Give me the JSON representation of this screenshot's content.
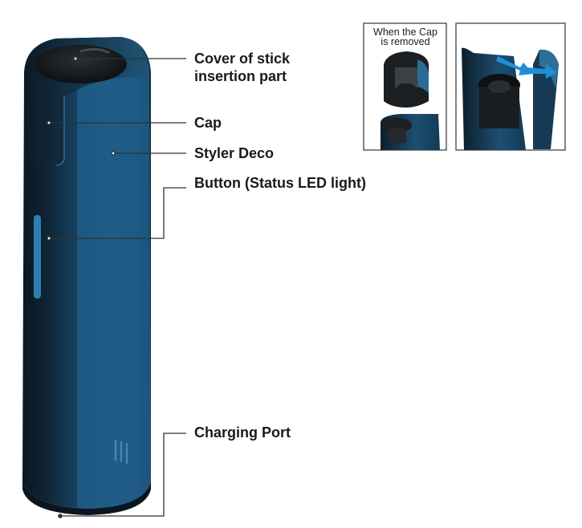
{
  "labels": {
    "cover": "Cover of stick\ninsertion part",
    "cap": "Cap",
    "styler_deco": "Styler Deco",
    "button": "Button (Status LED light)",
    "charging_port": "Charging Port"
  },
  "inset": {
    "caption": "When the Cap\nis removed"
  },
  "colors": {
    "device_dark": "#0c1d2b",
    "device_blue": "#1f5a82",
    "device_highlight": "#3d8fc0",
    "led": "#2c7fae",
    "arrow": "#1e8fd6",
    "leader_line": "#333333"
  }
}
